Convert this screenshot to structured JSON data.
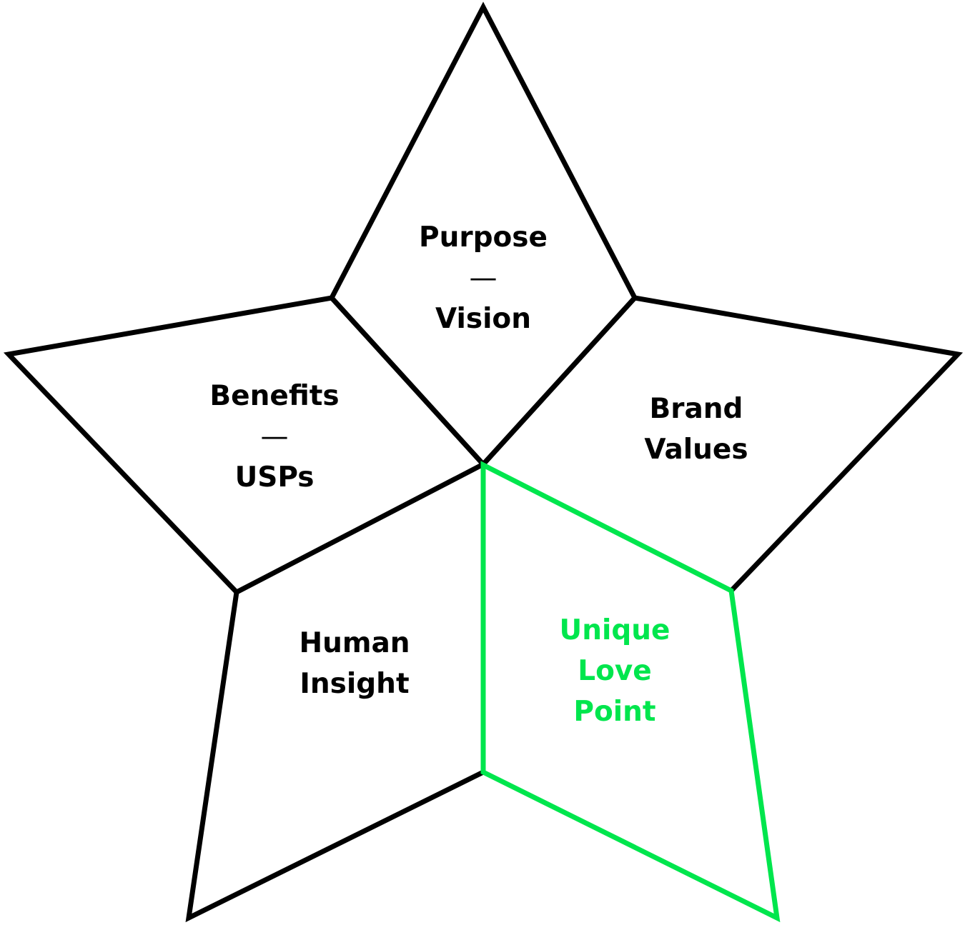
{
  "diagram": {
    "type": "brand-star",
    "colors": {
      "outline": "#000000",
      "highlight": "#00e64d",
      "text": "#000000",
      "highlight_text": "#00e64d",
      "background": "#ffffff"
    },
    "segments": [
      {
        "id": "purpose-vision",
        "lines": [
          "Purpose",
          "—",
          "Vision"
        ],
        "highlighted": false
      },
      {
        "id": "benefits-usps",
        "lines": [
          "Benefits",
          "—",
          "USPs"
        ],
        "highlighted": false
      },
      {
        "id": "brand-values",
        "lines": [
          "Brand",
          "Values"
        ],
        "highlighted": false
      },
      {
        "id": "human-insight",
        "lines": [
          "Human",
          "Insight"
        ],
        "highlighted": false
      },
      {
        "id": "unique-love-point",
        "lines": [
          "Unique",
          "Love",
          "Point"
        ],
        "highlighted": true
      }
    ]
  }
}
